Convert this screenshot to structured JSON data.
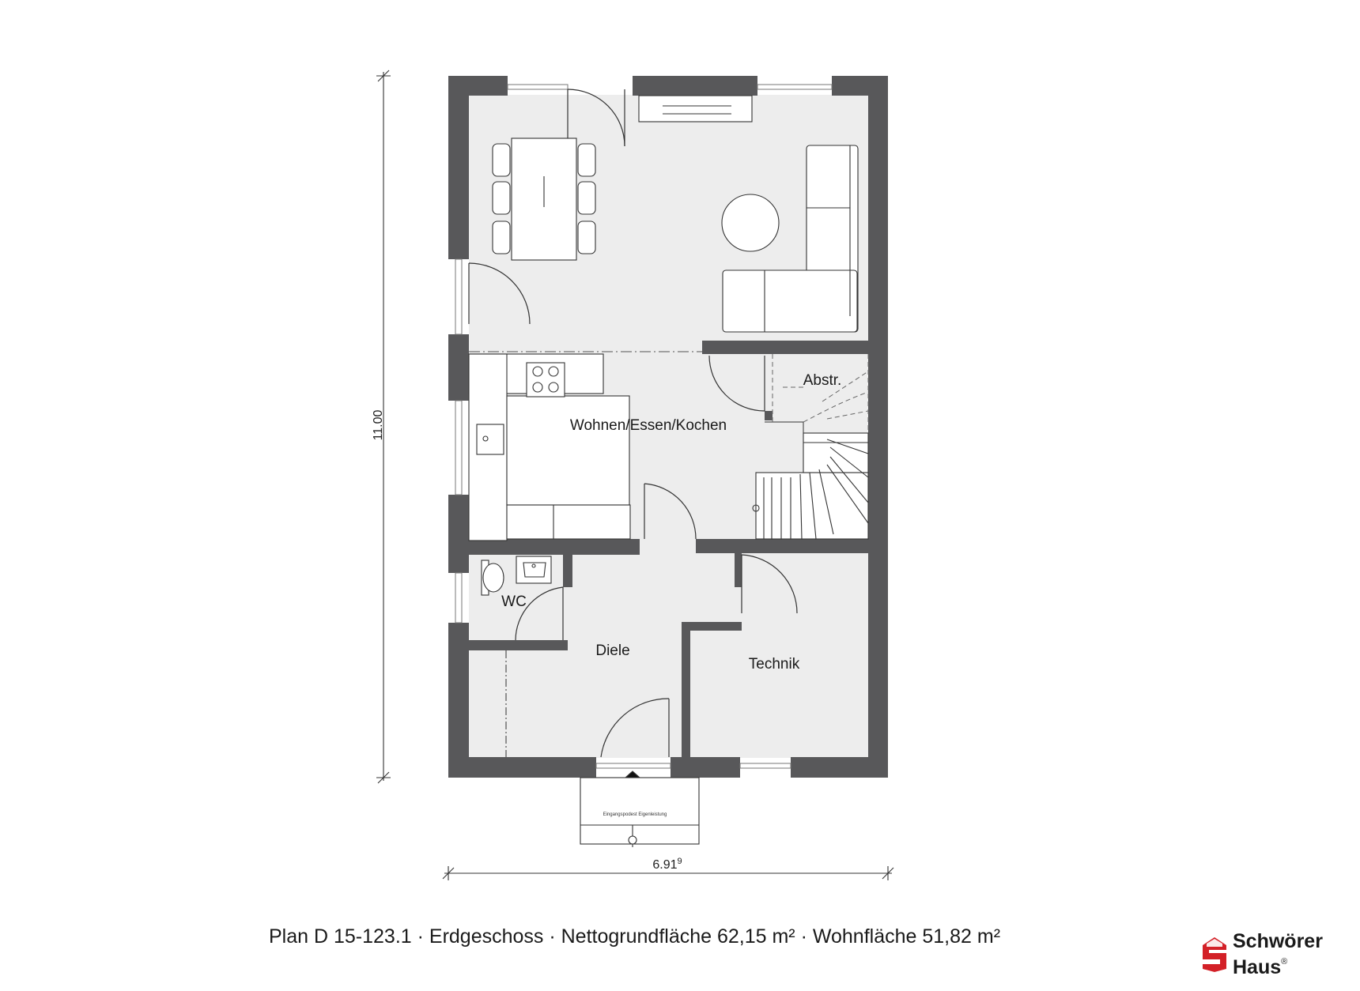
{
  "rooms": {
    "living": "Wohnen/Essen/Kochen",
    "storage": "Abstr.",
    "wc": "WC",
    "hall": "Diele",
    "technik": "Technik"
  },
  "dimensions": {
    "height": "11.00",
    "width_main": "6.91",
    "width_sup": "9"
  },
  "entrance_note": "Eingangspodest Eigenleistung",
  "caption": "Plan D 15-123.1 · Erdgeschoss · Nettogrundfläche 62,15 m² · Wohnfläche  51,82 m²",
  "logo": {
    "line1": "Schwörer",
    "line2": "Haus",
    "mark": "®",
    "accent": "#d32027"
  },
  "colors": {
    "wall": "#58585a",
    "floor": "#ededed",
    "line": "#333333"
  }
}
